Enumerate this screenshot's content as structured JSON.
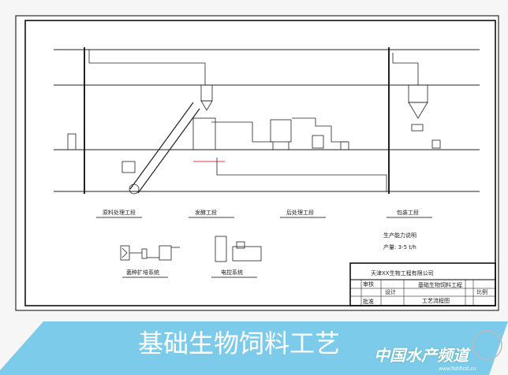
{
  "stage_labels": [
    "原料处理工段",
    "发酵工段",
    "后处理工段",
    "包装工段"
  ],
  "system_labels": [
    "菌种扩培系统",
    "电控系统"
  ],
  "notes": [
    "生产能力说明",
    "产量: 3-5 t/h"
  ],
  "title_block": {
    "company": "天津XX生物工程有限公司",
    "project": "基础生物饲料工程",
    "drawing_name": "工艺流程图",
    "cells": [
      "设计",
      "审核",
      "批准",
      "比例"
    ]
  },
  "banner": {
    "title": "基础生物饲料工艺",
    "logo": "中国水产频道",
    "logo_url": "www.fishfirst.cn",
    "color": "#7ccbea"
  }
}
